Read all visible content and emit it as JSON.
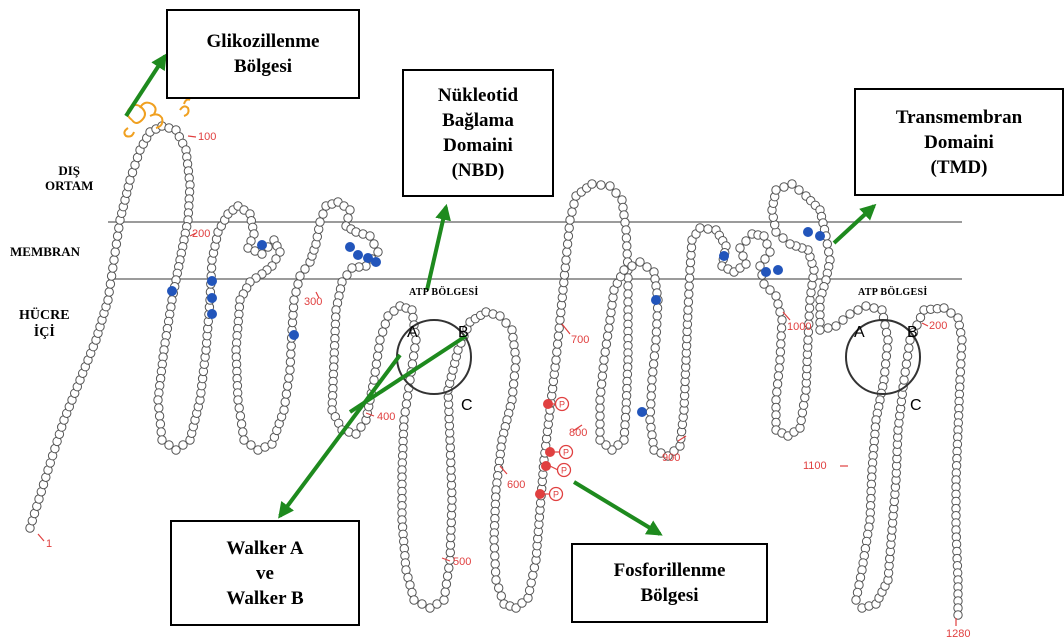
{
  "colors": {
    "residue_fill": "#ffffff",
    "residue_stroke": "#555555",
    "membrane_line": "#7a7a7a",
    "arrow": "#1e8a1e",
    "glyco": "#f0a020",
    "blue_residue": "#2255bb",
    "phospho": "#e04040",
    "number_label": "#e04040"
  },
  "callouts": {
    "glycosylation": [
      "Glikozillenme",
      "Bölgesi"
    ],
    "nbd": [
      "Nükleotid",
      "Bağlama",
      "Domaini",
      "(NBD)"
    ],
    "tmd": [
      "Transmembran",
      "Domaini",
      "(TMD)"
    ],
    "walker": [
      "Walker A",
      "ve",
      "Walker B"
    ],
    "phosphorylation": [
      "Fosforillenme",
      "Bölgesi"
    ]
  },
  "regions": {
    "outside": [
      "DIŞ",
      "ORTAM"
    ],
    "membrane": "MEMBRAN",
    "inside": [
      "HÜCRE",
      "İÇİ"
    ]
  },
  "atp_site_label": "ATP BÖLGESİ",
  "motif_letters": {
    "a": "A",
    "b": "B",
    "c": "C"
  },
  "residue_numbers": {
    "n1": "1",
    "n100": "100",
    "n200": "200",
    "n300": "300",
    "n400": "400",
    "n500": "500",
    "n600": "600",
    "n700": "700",
    "n800": "800",
    "n900": "900",
    "n1000": "1000",
    "n1100": "1100",
    "n1200": "200",
    "n1280": "1280"
  },
  "phospho_symbol": "P"
}
